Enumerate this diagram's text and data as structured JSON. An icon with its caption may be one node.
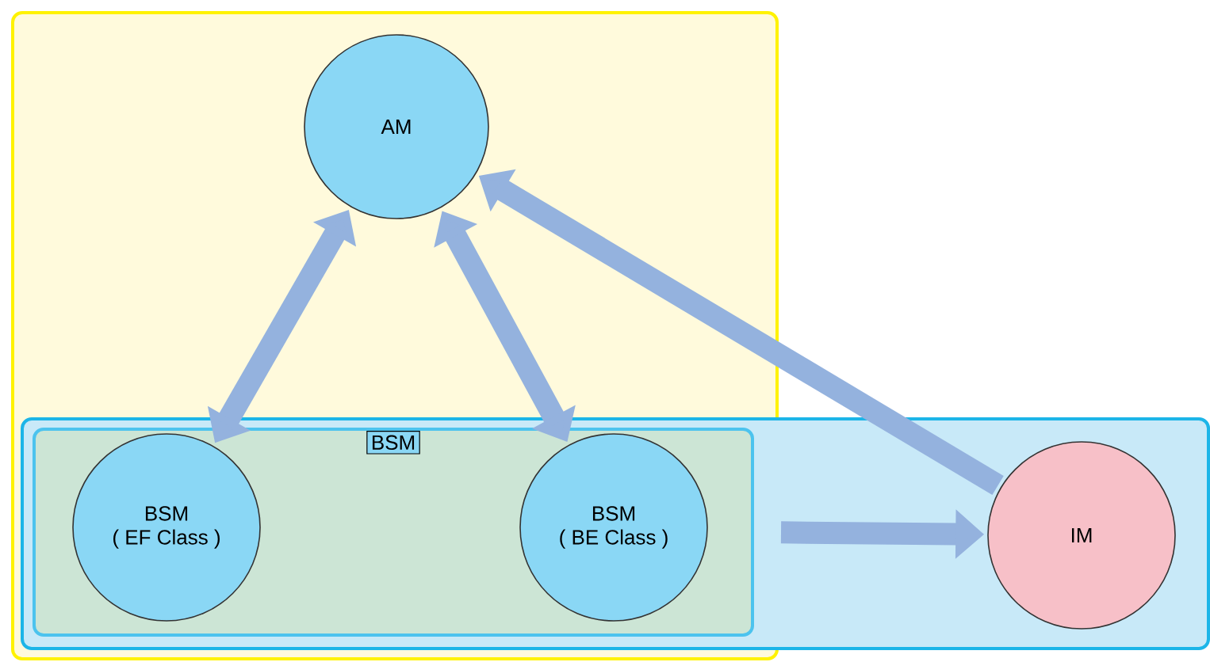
{
  "diagram": {
    "nodes": [
      {
        "text": [],
        "shape": "box"
      },
      {
        "text": [],
        "shape": "box"
      },
      {
        "text": [
          "BSM"
        ]
      },
      {
        "text": [
          "AM"
        ],
        "in": 0
      },
      {
        "text": [
          "BSM",
          "( EF Class )"
        ],
        "in": 2
      },
      {
        "text": [
          "BSM",
          "( BE Class )"
        ],
        "in": 2
      },
      {
        "text": [
          "IM"
        ],
        "in": 1
      }
    ],
    "edges": [
      {
        "from": 3,
        "to": 4,
        "arrow": "both"
      },
      {
        "from": 3,
        "to": 5,
        "arrow": "both"
      },
      {
        "from": 6,
        "to": 3,
        "arrow": "to"
      },
      {
        "from": 2,
        "to": 6,
        "arrow": "to"
      }
    ]
  }
}
